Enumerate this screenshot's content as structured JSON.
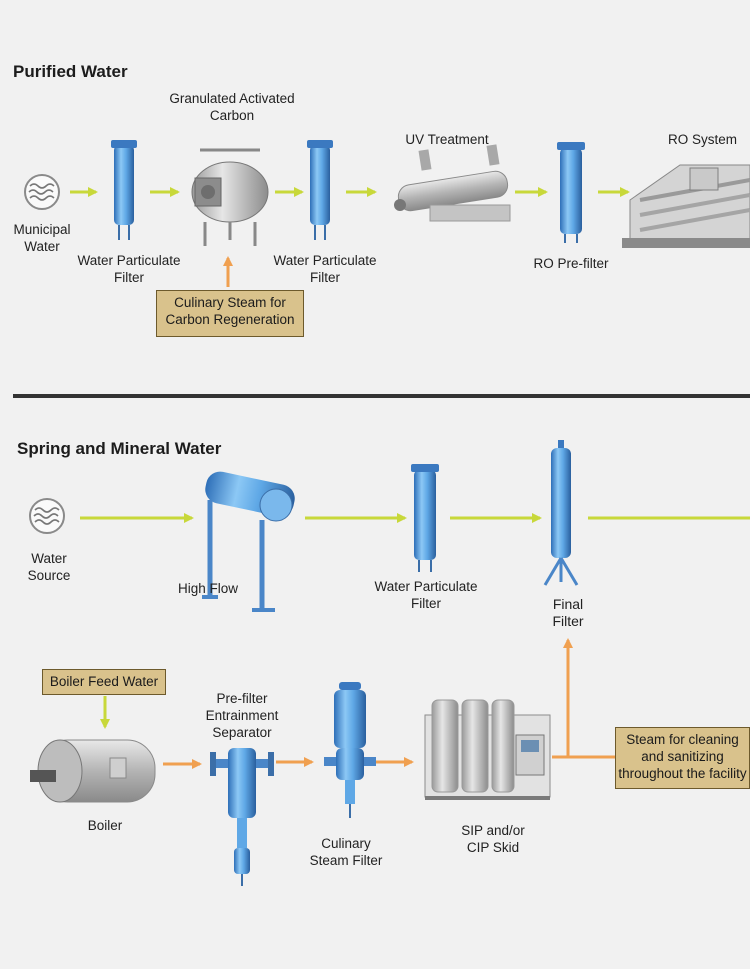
{
  "sections": {
    "purified_title": "Purified Water",
    "spring_title": "Spring and Mineral Water"
  },
  "labels": {
    "municipal_water": "Municipal\nWater",
    "water_particulate_filter_1": "Water Particulate\nFilter",
    "granulated_activated_carbon": "Granulated Activated\nCarbon",
    "water_particulate_filter_2": "Water Particulate\nFilter",
    "uv_treatment": "UV Treatment",
    "ro_prefilter": "RO Pre-filter",
    "ro_system": "RO System",
    "culinary_steam_box": "Culinary Steam for\nCarbon Regeneration",
    "water_source": "Water\nSource",
    "high_flow": "High Flow",
    "water_particulate_filter_3": "Water Particulate\nFilter",
    "final_filter": "Final\nFilter",
    "boiler_feed_water": "Boiler Feed Water",
    "prefilter_separator": "Pre-filter\nEntrainment\nSeparator",
    "boiler": "Boiler",
    "culinary_steam_filter": "Culinary\nSteam Filter",
    "sip_cip_skid": "SIP and/or\nCIP Skid",
    "steam_cleaning_box": "Steam for cleaning\nand sanitizing\nthroughout the facility"
  },
  "colors": {
    "water_arrow": "#c8d83a",
    "steam_arrow": "#f0a050",
    "filter_blue": "#5fa8e6",
    "tan_box": "#d9c28c"
  },
  "icons": [
    "water-source-icon"
  ]
}
